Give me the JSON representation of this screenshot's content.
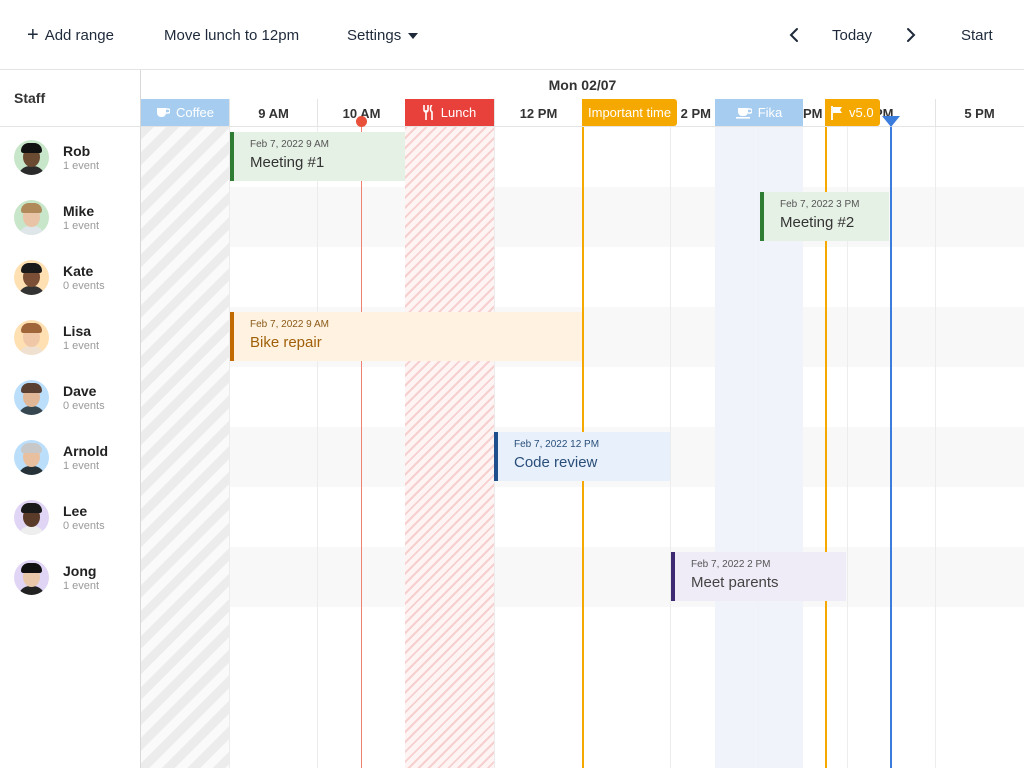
{
  "toolbar": {
    "add_range": "Add range",
    "move_lunch": "Move lunch to 12pm",
    "settings": "Settings",
    "today": "Today",
    "start": "Start"
  },
  "staff_header": "Staff",
  "date_header": "Mon 02/07",
  "hours": [
    "9 AM",
    "10 AM",
    "12 PM",
    "2 PM",
    "5 PM"
  ],
  "ranges": {
    "coffee": "Coffee",
    "lunch": "Lunch",
    "fika": "Fika"
  },
  "markers": {
    "important": "Important time",
    "v5": "v5.0",
    "pm_partial": "PM"
  },
  "resources": [
    {
      "name": "Rob",
      "count": "1 event"
    },
    {
      "name": "Mike",
      "count": "1 event"
    },
    {
      "name": "Kate",
      "count": "0 events"
    },
    {
      "name": "Lisa",
      "count": "1 event"
    },
    {
      "name": "Dave",
      "count": "0 events"
    },
    {
      "name": "Arnold",
      "count": "1 event"
    },
    {
      "name": "Lee",
      "count": "0 events"
    },
    {
      "name": "Jong",
      "count": "1 event"
    }
  ],
  "events": {
    "meeting1": {
      "date": "Feb 7, 2022 9 AM",
      "title": "Meeting #1"
    },
    "meeting2": {
      "date": "Feb 7, 2022 3 PM",
      "title": "Meeting #2"
    },
    "bike": {
      "date": "Feb 7, 2022 9 AM",
      "title": "Bike repair"
    },
    "code": {
      "date": "Feb 7, 2022 12 PM",
      "title": "Code review"
    },
    "parents": {
      "date": "Feb 7, 2022 2 PM",
      "title": "Meet parents"
    }
  },
  "colors": {
    "green": "#2e7d32",
    "orange": "#c16a00",
    "blue": "#1f4e8c",
    "purple": "#3d2a72",
    "lunch": "#e8403a",
    "important": "#f5a800",
    "now_line": "#3b7ddd"
  },
  "icons": [
    "plus-icon",
    "caret-down-icon",
    "chevron-left-icon",
    "chevron-right-icon",
    "coffee-icon",
    "utensils-icon",
    "flag-icon"
  ]
}
